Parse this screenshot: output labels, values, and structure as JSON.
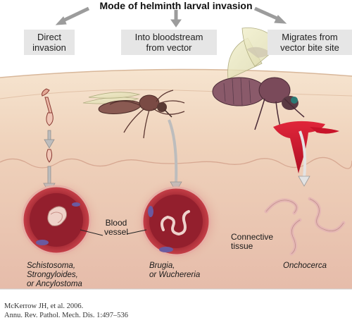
{
  "figure": {
    "title": "Mode of helminth larval invasion",
    "routes": [
      {
        "label": [
          "Direct",
          "invasion"
        ]
      },
      {
        "label": [
          "Into bloodstream",
          "from vector"
        ]
      },
      {
        "label": [
          "Migrates from",
          "vector bite site"
        ]
      }
    ],
    "annotations": {
      "blood_vessel": [
        "Blood",
        "vessel"
      ],
      "connective_tissue": [
        "Connective",
        "tissue"
      ]
    },
    "organisms": {
      "left": [
        "Schistosoma,",
        "Strongyloides,",
        "or Ancylostoma"
      ],
      "middle": [
        "Brugia,",
        "or Wuchereria"
      ],
      "right": [
        "Onchocerca"
      ]
    }
  },
  "citation": [
    "McKerrow JH, et al. 2006.",
    "Annu. Rev. Pathol. Mech. Dis. 1:497–536"
  ],
  "colors": {
    "skin_top": "#f3dcc3",
    "skin_mid": "#e9c4ad",
    "vessel": "#b3323c",
    "vessel_dark": "#7a1b26",
    "worm": "#e5b7b4",
    "arrow": "#b0b0b0",
    "blood": "#c8142a"
  }
}
